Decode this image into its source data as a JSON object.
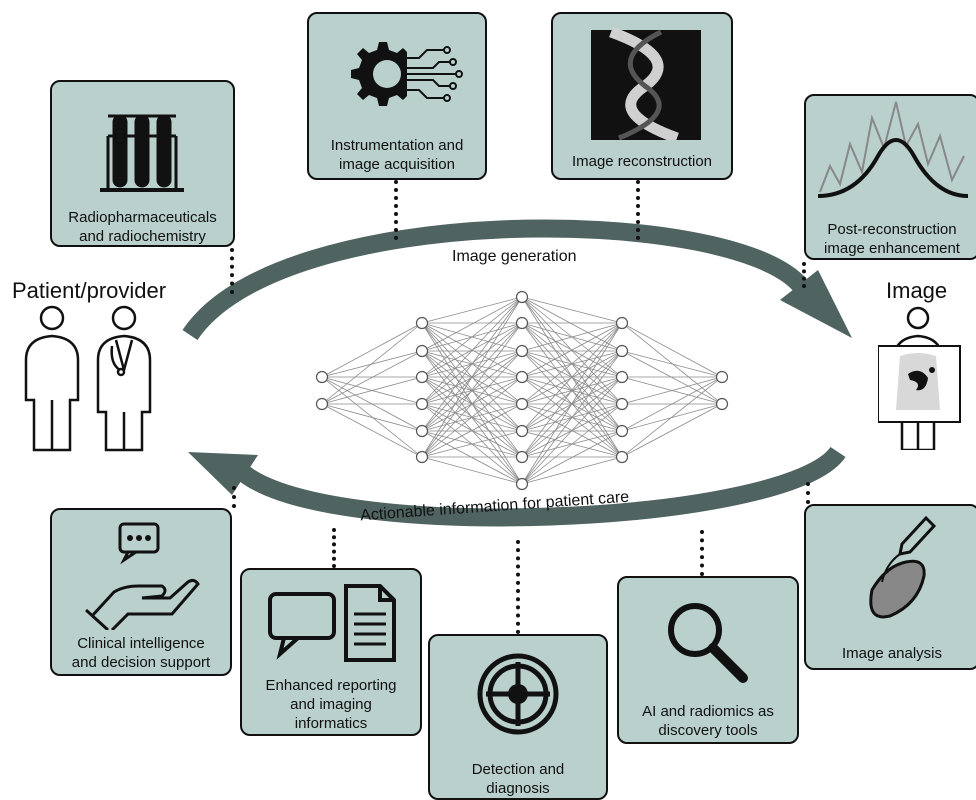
{
  "left_title": "Patient/provider",
  "right_title": "Image",
  "top_arrow_label": "Image generation",
  "bottom_arrow_label": "Actionable information for patient care",
  "top_boxes": [
    {
      "label": "Radiopharmaceuticals\nand radiochemistry",
      "icon": "test-tubes-icon"
    },
    {
      "label": "Instrumentation and\nimage acquisition",
      "icon": "gear-circuit-icon"
    },
    {
      "label": "Image reconstruction",
      "icon": "sinogram-icon"
    },
    {
      "label": "Post-reconstruction\nimage enhancement",
      "icon": "smoothing-curve-icon"
    }
  ],
  "bottom_boxes": [
    {
      "label": "Clinical intelligence\nand decision support",
      "icon": "hand-chat-icon"
    },
    {
      "label": "Enhanced reporting\nand imaging\ninformatics",
      "icon": "chat-document-icon"
    },
    {
      "label": "Detection and\ndiagnosis",
      "icon": "crosshair-icon"
    },
    {
      "label": "AI and radiomics as\ndiscovery tools",
      "icon": "magnifier-icon"
    },
    {
      "label": "Image analysis",
      "icon": "pen-segmentation-icon"
    }
  ],
  "colors": {
    "box_fill": "#b9d0cd",
    "arrow": "#4f6361",
    "network": "#8a8a8a"
  }
}
